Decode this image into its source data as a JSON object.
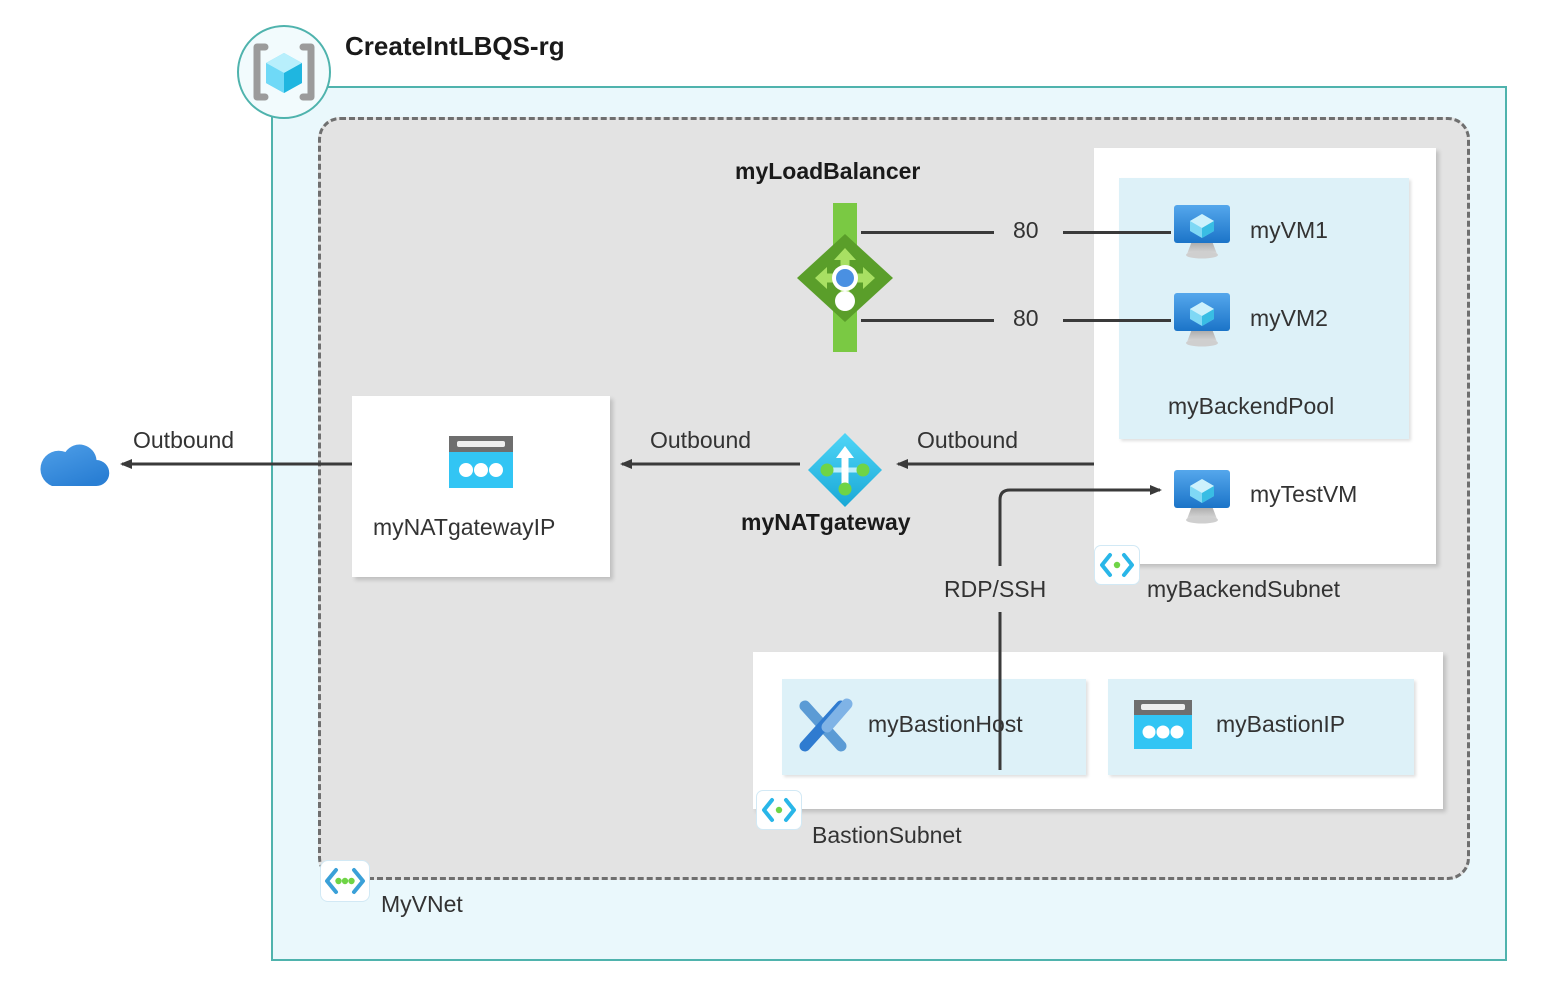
{
  "diagram": {
    "title": "CreateIntLBQS-rg",
    "resource_group": {
      "label": "CreateIntLBQS-rg",
      "icon": "resource-group-icon",
      "fill": "#eaf8fc",
      "border": "#4fb3ad"
    },
    "vnet": {
      "label": "MyVNet",
      "icon": "vnet-icon",
      "fill": "#e3e3e3",
      "border": "#6f6f6f"
    },
    "load_balancer": {
      "label": "myLoadBalancer",
      "icon": "load-balancer-icon",
      "color": "#7ac943"
    },
    "nat_gateway": {
      "label": "myNATgateway",
      "icon": "nat-gateway-icon",
      "color": "#32c5f4"
    },
    "nat_gateway_ip": {
      "label": "myNATgatewayIP",
      "icon": "public-ip-icon",
      "color": "#32c5f4"
    },
    "internet": {
      "icon": "cloud-icon",
      "color": "#3e96e8"
    },
    "backend_subnet": {
      "label": "myBackendSubnet",
      "icon": "subnet-icon"
    },
    "backend_pool": {
      "label": "myBackendPool",
      "fill": "#ddf1f8"
    },
    "bastion_subnet": {
      "label": "BastionSubnet",
      "icon": "subnet-icon"
    },
    "vms": [
      {
        "label": "myVM1",
        "icon": "virtual-machine-icon"
      },
      {
        "label": "myVM2",
        "icon": "virtual-machine-icon"
      },
      {
        "label": "myTestVM",
        "icon": "virtual-machine-icon"
      }
    ],
    "bastion_host": {
      "label": "myBastionHost",
      "icon": "bastion-icon"
    },
    "bastion_ip": {
      "label": "myBastionIP",
      "icon": "public-ip-icon"
    },
    "connections": [
      {
        "label": "80",
        "from": "myLoadBalancer",
        "to": "myVM1"
      },
      {
        "label": "80",
        "from": "myLoadBalancer",
        "to": "myVM2"
      },
      {
        "label": "Outbound",
        "from": "myBackendSubnet",
        "to": "myNATgateway"
      },
      {
        "label": "Outbound",
        "from": "myNATgateway",
        "to": "myNATgatewayIP"
      },
      {
        "label": "Outbound",
        "from": "myNATgatewayIP",
        "to": "Internet"
      },
      {
        "label": "RDP/SSH",
        "from": "myBastionHost",
        "to": "myTestVM"
      }
    ],
    "port_labels": {
      "vm1_port": "80",
      "vm2_port": "80"
    },
    "flow_labels": {
      "outbound_internet": "Outbound",
      "outbound_natip": "Outbound",
      "outbound_subnet": "Outbound",
      "rdp_ssh": "RDP/SSH"
    }
  }
}
